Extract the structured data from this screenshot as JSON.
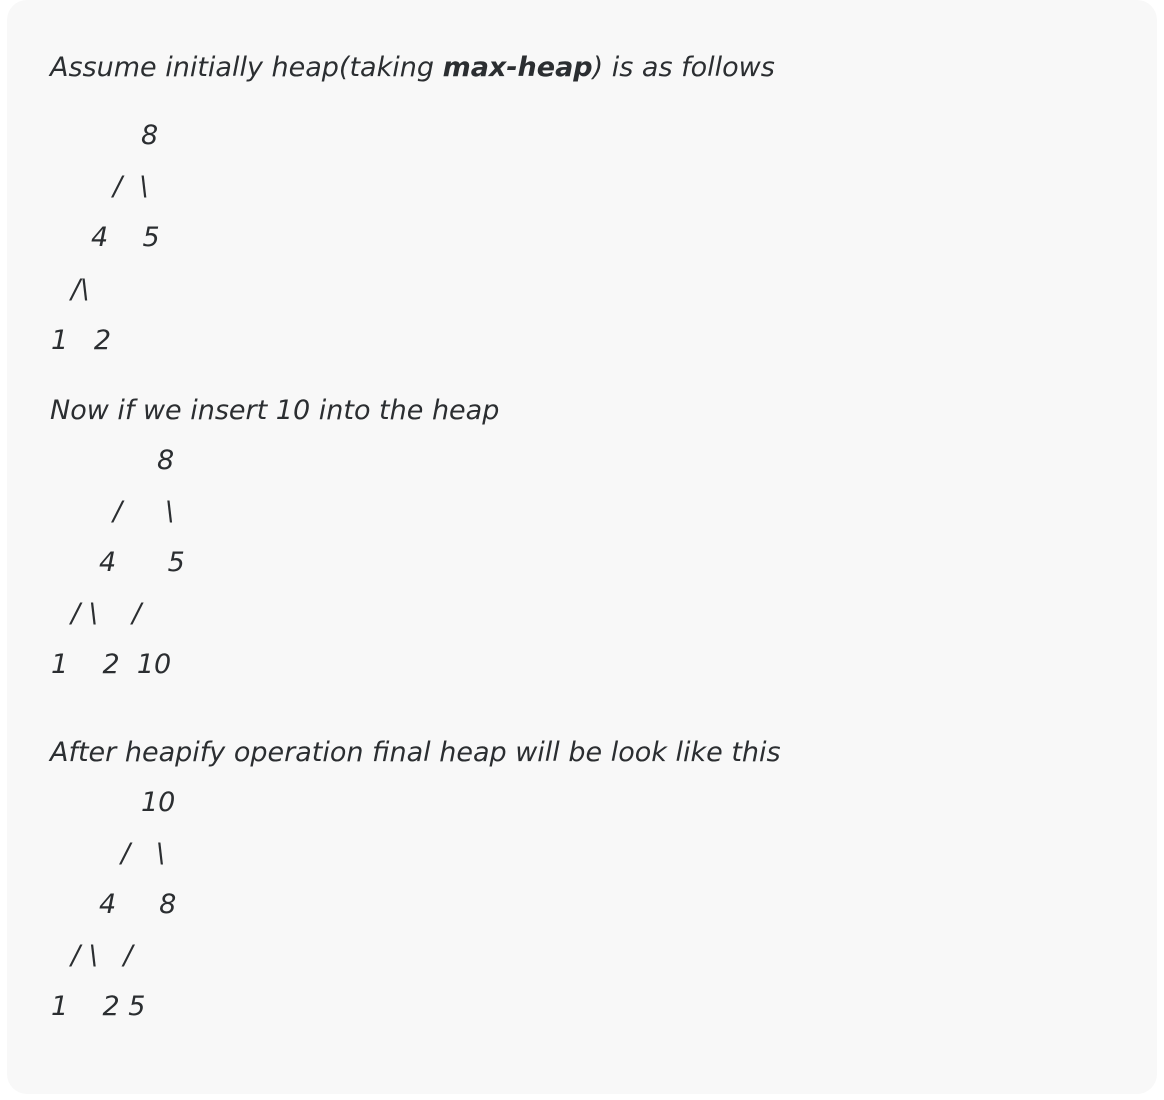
{
  "intro": {
    "prefix": "Assume initially heap(taking ",
    "bold": "max-heap",
    "suffix": ") is as follows"
  },
  "heap1": [
    "8",
    "/  \\",
    "4    5",
    "/\\",
    "1   2"
  ],
  "insert_text": "Now if we insert 10 into the heap",
  "heap2": [
    "8",
    "/     \\",
    "4      5",
    "/ \\    /",
    "1    2  10"
  ],
  "after_text": "After heapify operation final heap will be look like this",
  "heap3": [
    "10",
    "/   \\",
    "4     8",
    "/ \\   /",
    "1    2 5"
  ]
}
